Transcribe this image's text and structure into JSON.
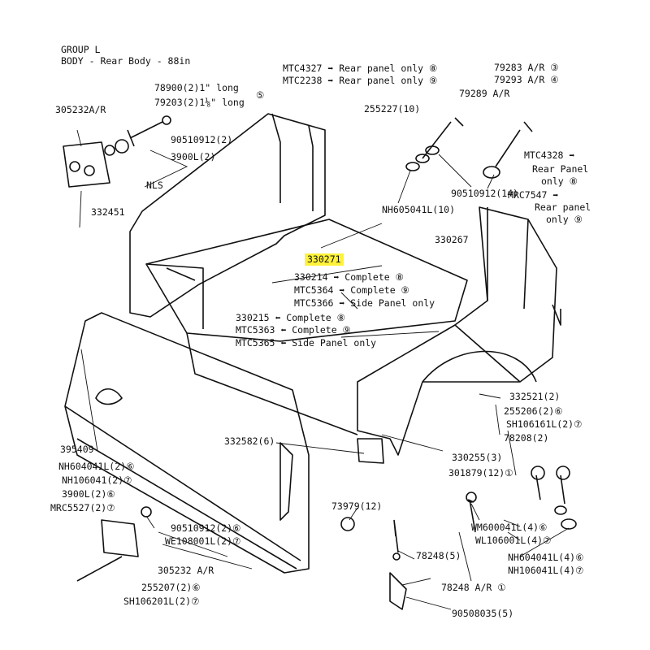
{
  "header": {
    "group": "GROUP L",
    "subtitle": "BODY - Rear Body - 88in"
  },
  "callouts": {
    "mtc4327": "MTC4327 ➡ Rear panel only ⑧",
    "mtc2238": "MTC2238 ➡ Rear panel only ⑨",
    "p79283": "79283 A/R ③",
    "p79293": "79293 A/R ④",
    "p78900": "78900(2)1\" long",
    "p79203": "79203(2)1⅛\" long",
    "p79203_ref": "⑤",
    "p305232ar": "305232A/R",
    "p255227": "255227(10)",
    "p79289": "79289 A/R",
    "p90510912_2": "90510912(2)",
    "p3900l": "3900L(2)",
    "mtc4328": "MTC4328 ➡",
    "mtc4328_desc1": "Rear Panel",
    "mtc4328_desc2": "only ⑧",
    "nls": "NLS",
    "p90510912_14": "90510912(14)",
    "mrc7547": "MRC7547 ➡",
    "mrc7547_desc1": "Rear panel",
    "mrc7547_desc2": "only ⑨",
    "p332451": "332451",
    "nh605041l": "NH605041L(10)",
    "p330267": "330267",
    "p330271": "330271",
    "p330214": "330214 ➡ Complete ⑧",
    "mtc5364": "MTC5364 ➡ Complete ⑨",
    "mtc5366": "MTC5366 ➡ Side Panel only",
    "p330215": "330215 ⬅ Complete ⑧",
    "mtc5363": "MTC5363 ⬅ Complete ⑨",
    "mtc5365": "MTC5365 ⬅ Side Panel only",
    "p332521": "332521(2)",
    "p255206": "255206(2)⑥",
    "sh106161l": "SH106161L(2)⑦",
    "p78208": "78208(2)",
    "p395409": "395409",
    "p332582": "332582(6)",
    "p330255": "330255(3)",
    "p301879": "301879(12)①",
    "nh604041l_left": "NH604041L(2)⑥",
    "nh106041_left": "NH106041(2)⑦",
    "p3900l_left": "3900L(2)⑥",
    "mrc5527": "MRC5527(2)⑦",
    "p73979": "73979(12)",
    "wm600041l": "WM600041L(4)⑥",
    "wl106001l": "WL106001L(4)⑦",
    "p90510912_left": "90510912(2)⑥",
    "we108001l": "WE108001L(2)⑦",
    "p78248_5": "78248(5)",
    "nh604041l_right": "NH604041L(4)⑥",
    "nh106041l_right": "NH106041L(4)⑦",
    "p305232": "305232 A/R",
    "p255207": "255207(2)⑥",
    "sh106201l": "SH106201L(2)⑦",
    "p78248_ar": "78248 A/R ①",
    "p90508035": "90508035(5)"
  },
  "colors": {
    "ink": "#111111",
    "highlight": "#fff23a",
    "paper": "#ffffff"
  }
}
